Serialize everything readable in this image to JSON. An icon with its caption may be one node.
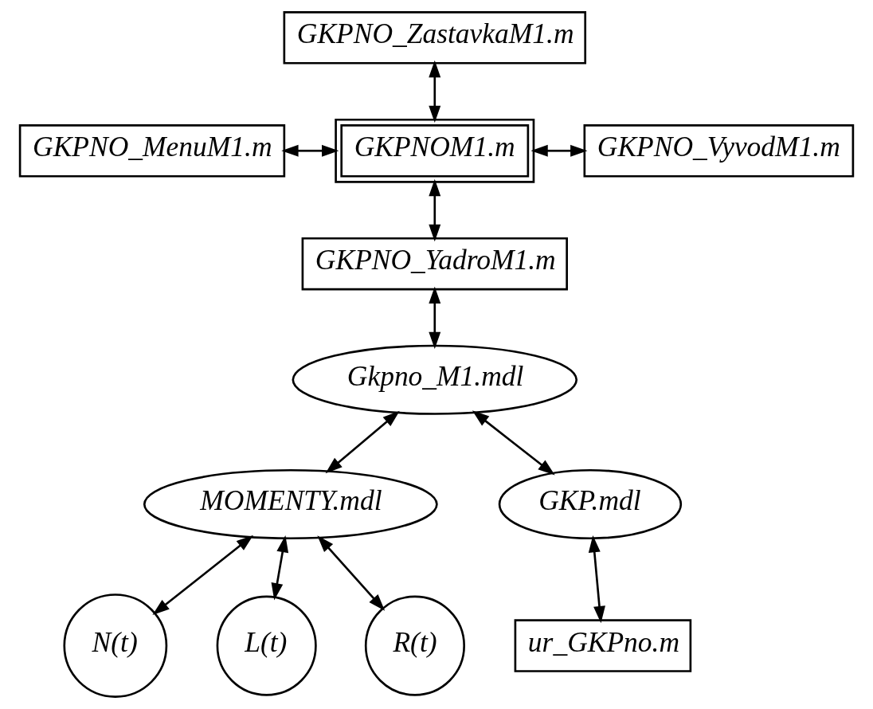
{
  "diagram": {
    "nodes": [
      {
        "text": [
          "GKPNO_ZastavkaM1.m"
        ]
      },
      {
        "text": [
          "GKPNO_MenuM1.m"
        ]
      },
      {
        "text": [
          "GKPNOM1.m"
        ]
      },
      {
        "text": [
          "GKPNO_VyvodM1.m"
        ]
      },
      {
        "text": [
          "GKPNO_YadroM1.m"
        ]
      },
      {
        "text": [
          "Gkpno_M1.mdl"
        ]
      },
      {
        "text": [
          "MOMENTY.mdl"
        ]
      },
      {
        "text": [
          "GKP.mdl"
        ]
      },
      {
        "text": [
          "N(t)"
        ]
      },
      {
        "text": [
          "L(t)"
        ]
      },
      {
        "text": [
          "R(t)"
        ]
      },
      {
        "text": [
          "ur_GKPno.m"
        ]
      }
    ],
    "edges": [
      {
        "from": 0,
        "to": 2,
        "arrow": "both"
      },
      {
        "from": 1,
        "to": 2,
        "arrow": "both"
      },
      {
        "from": 2,
        "to": 3,
        "arrow": "both"
      },
      {
        "from": 2,
        "to": 4,
        "arrow": "both"
      },
      {
        "from": 4,
        "to": 5,
        "arrow": "both"
      },
      {
        "from": 5,
        "to": 6,
        "arrow": "both"
      },
      {
        "from": 5,
        "to": 7,
        "arrow": "both"
      },
      {
        "from": 6,
        "to": 8,
        "arrow": "both"
      },
      {
        "from": 6,
        "to": 9,
        "arrow": "both"
      },
      {
        "from": 6,
        "to": 10,
        "arrow": "both"
      },
      {
        "from": 7,
        "to": 11,
        "arrow": "both"
      }
    ]
  }
}
